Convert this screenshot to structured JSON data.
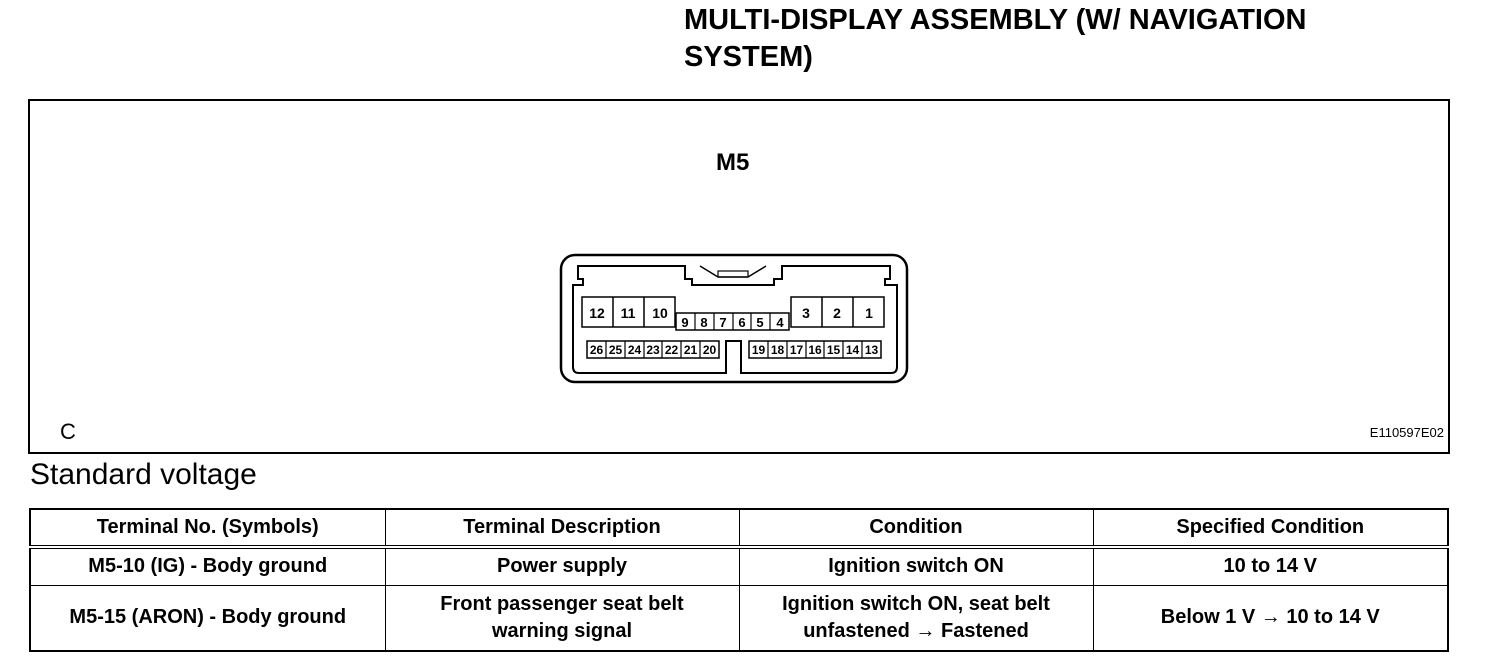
{
  "title_line1": "MULTI-DISPLAY ASSEMBLY (W/ NAVIGATION",
  "title_line2": "SYSTEM)",
  "figure": {
    "connector_label": "M5",
    "view_label": "C",
    "figure_code": "E110597E02",
    "top_pins_left": [
      "12",
      "11",
      "10"
    ],
    "top_pins_mid": [
      "9",
      "8",
      "7",
      "6",
      "5",
      "4"
    ],
    "top_pins_right": [
      "3",
      "2",
      "1"
    ],
    "bottom_pins_left": [
      "26",
      "25",
      "24",
      "23",
      "22",
      "21",
      "20"
    ],
    "bottom_pins_right": [
      "19",
      "18",
      "17",
      "16",
      "15",
      "14",
      "13"
    ]
  },
  "section_heading": "Standard voltage",
  "table": {
    "headers": [
      "Terminal No. (Symbols)",
      "Terminal Description",
      "Condition",
      "Specified Condition"
    ],
    "rows": [
      {
        "terminal": "M5-10 (IG) - Body ground",
        "description_l1": "Power supply",
        "description_l2": "",
        "condition_l1": "Ignition switch ON",
        "condition_l2": "",
        "specified": "10 to 14 V"
      },
      {
        "terminal": "M5-15 (ARON) - Body ground",
        "description_l1": "Front passenger seat belt",
        "description_l2": "warning signal",
        "condition_l1": "Ignition switch ON, seat belt",
        "condition_l2": "unfastened → Fastened",
        "specified": "Below 1 V → 10 to 14 V"
      }
    ]
  }
}
